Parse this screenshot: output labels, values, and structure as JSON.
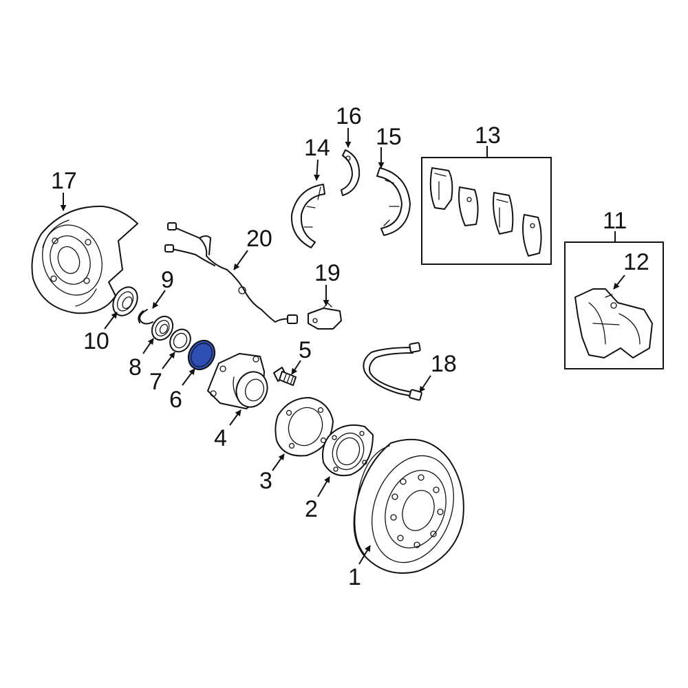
{
  "colors": {
    "highlight": "#2f4fb4",
    "line": "#111111",
    "background": "#ffffff"
  },
  "callouts": {
    "c1": "1",
    "c2": "2",
    "c3": "3",
    "c4": "4",
    "c5": "5",
    "c6": "6",
    "c7": "7",
    "c8": "8",
    "c9": "9",
    "c10": "10",
    "c11": "11",
    "c12": "12",
    "c13": "13",
    "c14": "14",
    "c15": "15",
    "c16": "16",
    "c17": "17",
    "c18": "18",
    "c19": "19",
    "c20": "20"
  },
  "highlighted_part": "6"
}
